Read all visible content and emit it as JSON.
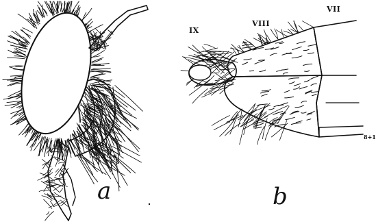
{
  "figure": {
    "panel_a_label": "a",
    "panel_b_label": "b",
    "segment_labels": {
      "ix": "IX",
      "viii": "VIII",
      "vii": "VII"
    },
    "corner_mark": "8+1",
    "ink_color": "#111111",
    "background_color": "#ffffff"
  }
}
